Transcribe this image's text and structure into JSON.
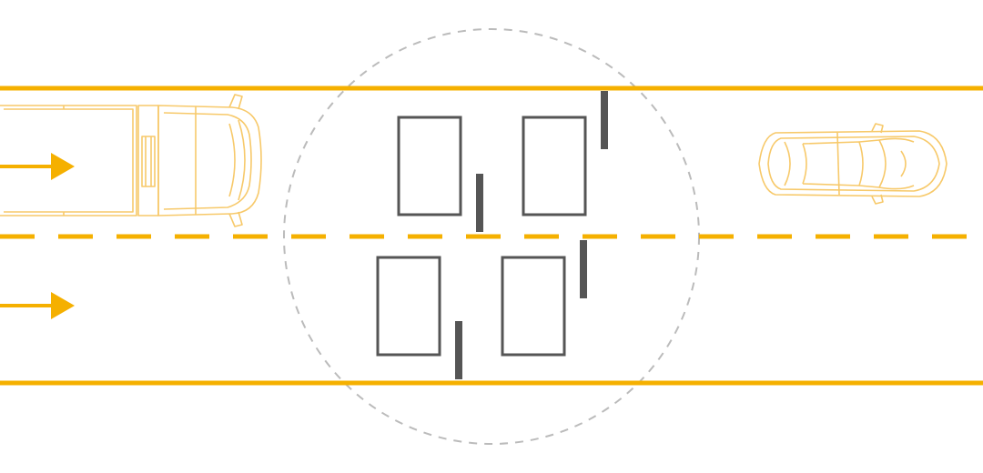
{
  "diagram": {
    "lanes": 2,
    "flow_direction": "left-to-right",
    "lane_arrows": [
      "arrow-right-icon",
      "arrow-right-icon"
    ],
    "vehicles": [
      {
        "type": "van",
        "icon": "van-icon",
        "lane": 1
      },
      {
        "type": "car",
        "icon": "car-icon",
        "lane": 1
      }
    ],
    "zone_boxes": 4,
    "barrier_posts": 4,
    "colors": {
      "road_lines": "#f5b000",
      "vehicle_outline": "#f7c96a",
      "zone_box": "#555555",
      "barrier": "#555555",
      "range_circle": "#bbbbbb",
      "background": "#ffffff"
    }
  }
}
